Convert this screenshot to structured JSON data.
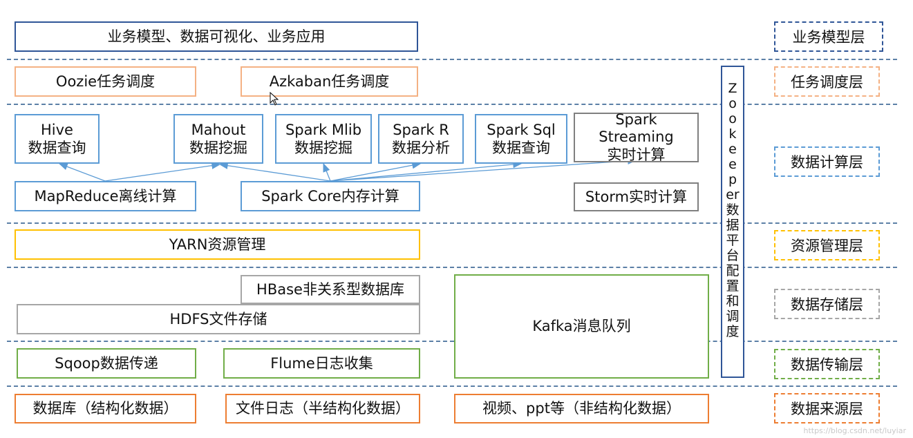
{
  "nodes": {
    "business_apps": "业务模型、数据可视化、业务应用",
    "oozie": "Oozie任务调度",
    "azkaban": "Azkaban任务调度",
    "hive": {
      "line1": "Hive",
      "line2": "数据查询"
    },
    "mahout": {
      "line1": "Mahout",
      "line2": "数据挖掘"
    },
    "spark_mlib": {
      "line1": "Spark Mlib",
      "line2": "数据挖掘"
    },
    "spark_r": {
      "line1": "Spark R",
      "line2": "数据分析"
    },
    "spark_sql": {
      "line1": "Spark Sql",
      "line2": "数据查询"
    },
    "spark_streaming": {
      "line1": "Spark",
      "line2": "Streaming",
      "line3": "实时计算"
    },
    "mapreduce": "MapReduce离线计算",
    "spark_core": "Spark Core内存计算",
    "storm": "Storm实时计算",
    "yarn": "YARN资源管理",
    "hbase": "HBase非关系型数据库",
    "hdfs": "HDFS文件存储",
    "kafka": "Kafka消息队列",
    "sqoop": "Sqoop数据传递",
    "flume": "Flume日志收集",
    "database": "数据库（结构化数据）",
    "file_log": "文件日志（半结构化数据）",
    "video_ppt": "视频、ppt等（非结构化数据）"
  },
  "zookeeper": "Zookeeper数据平台配置和调度",
  "layers": {
    "business": "业务模型层",
    "scheduling": "任务调度层",
    "compute": "数据计算层",
    "resource": "资源管理层",
    "storage": "数据存储层",
    "transport": "数据传输层",
    "source": "数据来源层"
  },
  "watermark": "https://blog.csdn.net/luyiar",
  "colors": {
    "navy": "#2f5597",
    "light_orange": "#f4b183",
    "light_blue": "#5b9bd5",
    "gray": "#7f7f7f",
    "yellow": "#ffc000",
    "green": "#70ad47",
    "orange": "#ed7d31"
  }
}
